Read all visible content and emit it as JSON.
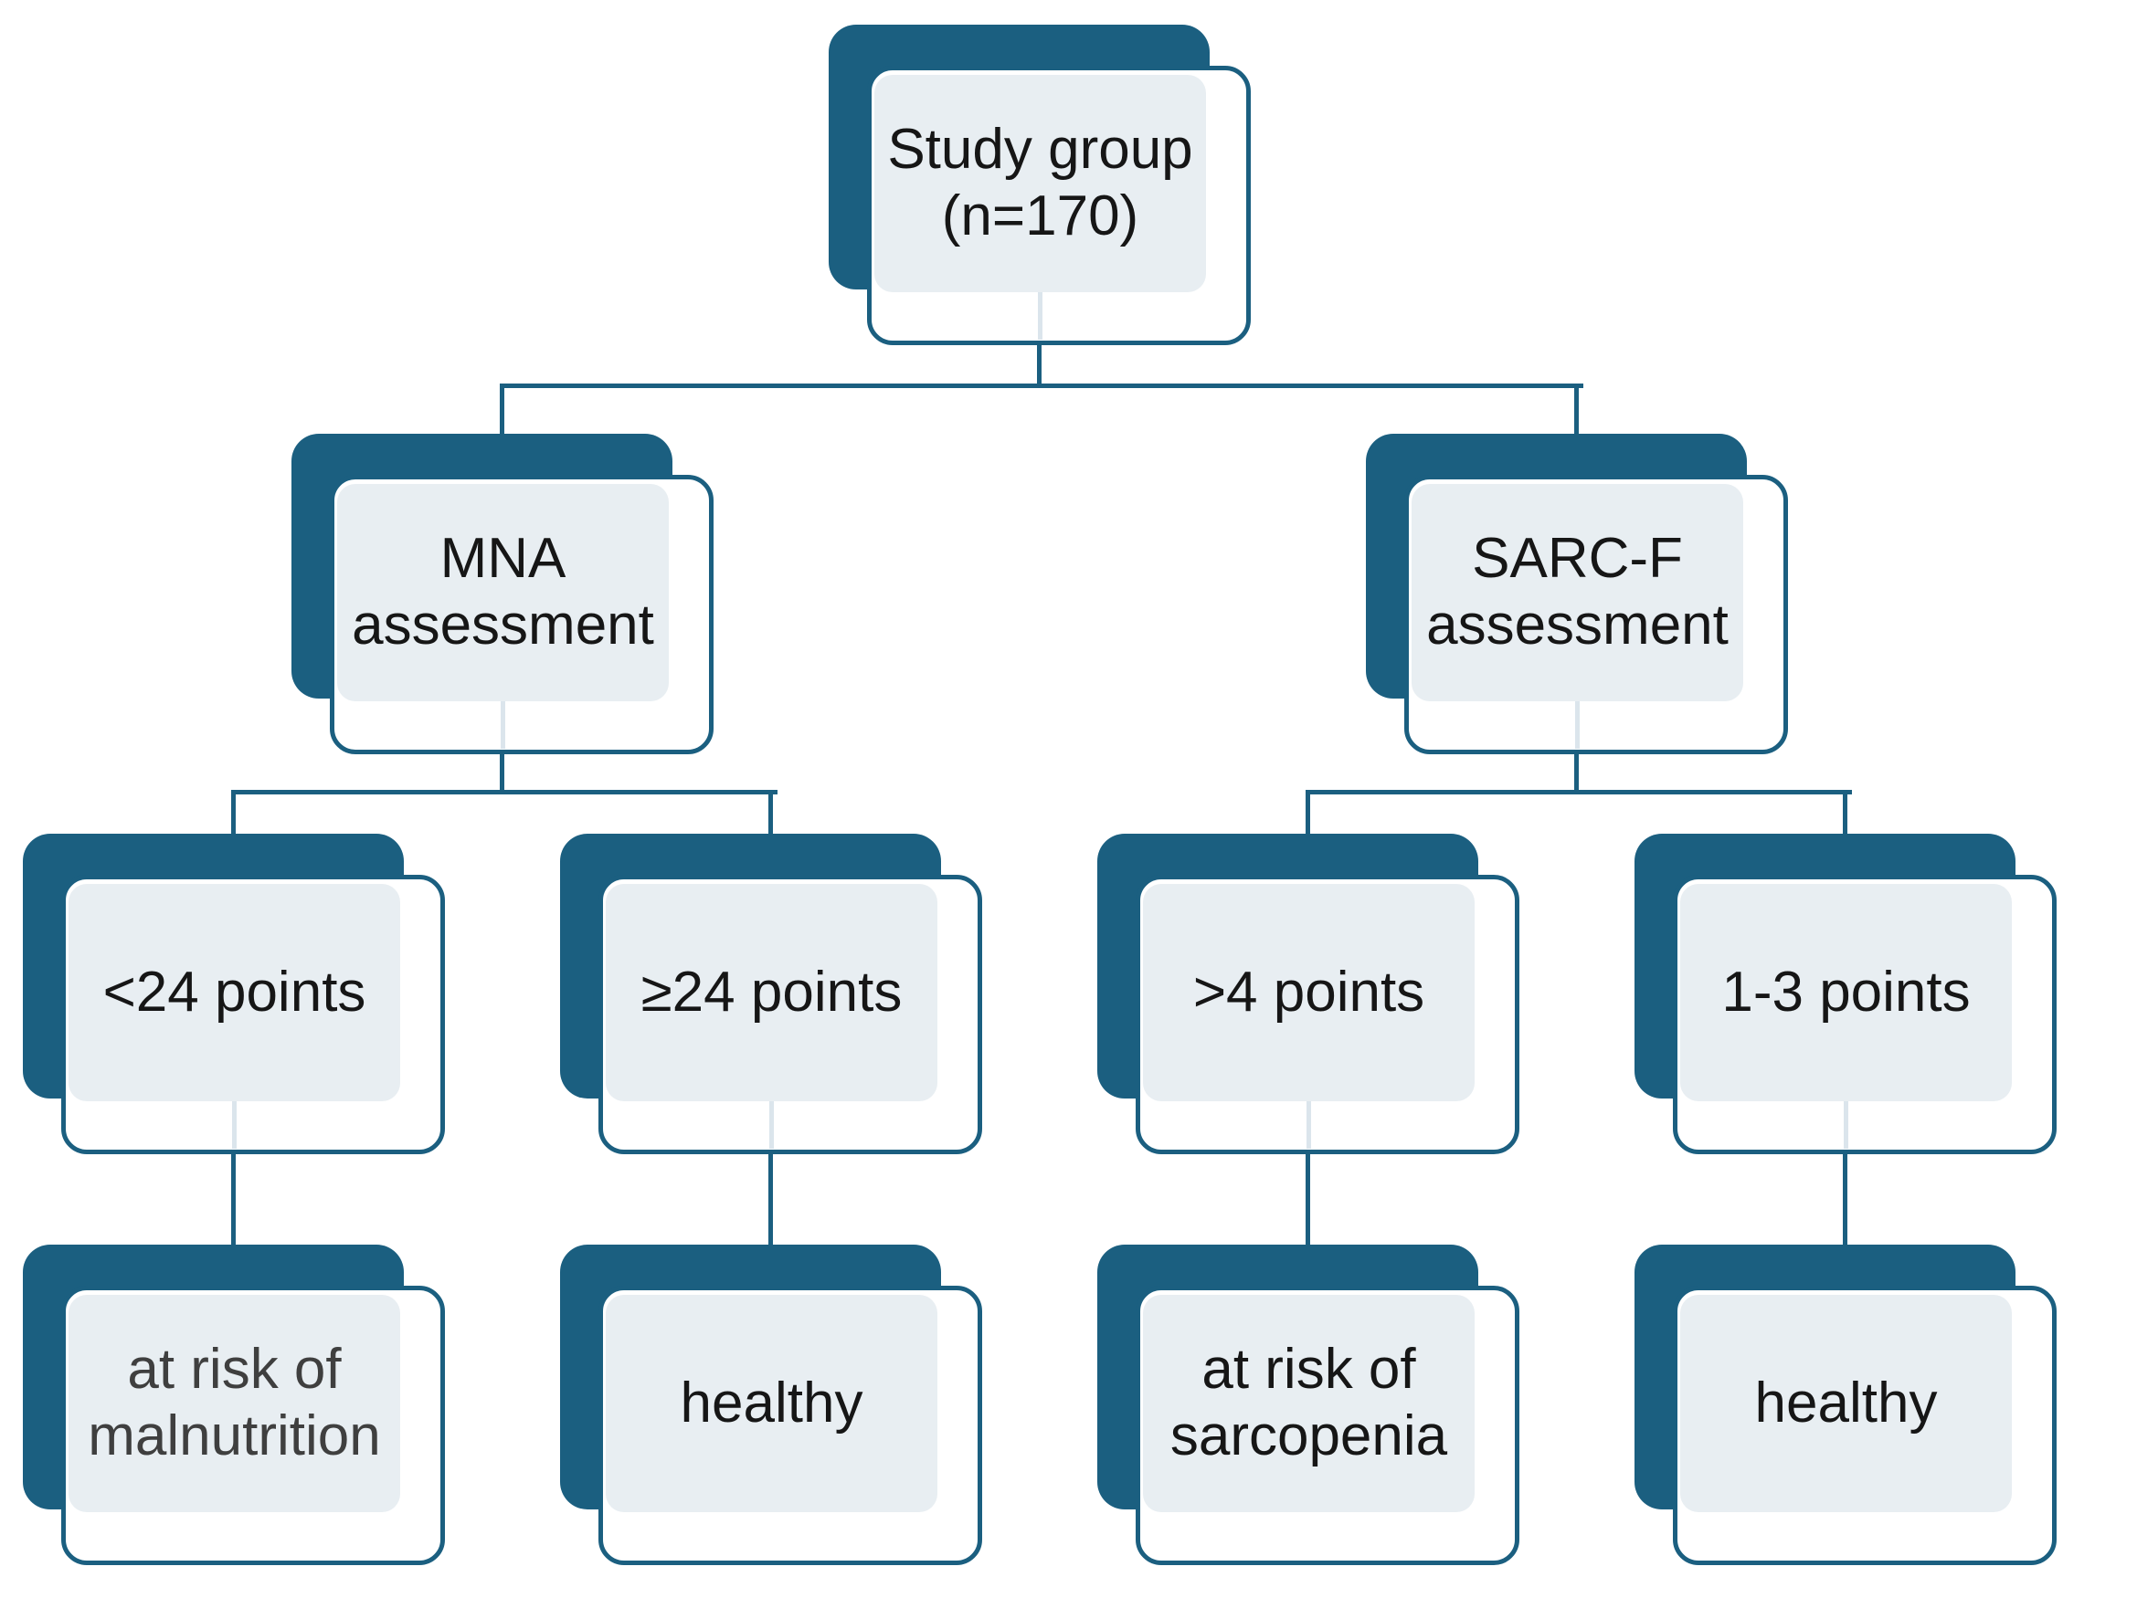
{
  "colors": {
    "accent_teal": "#1b5f80",
    "panel_fill": "#e8eef2",
    "stub_line": "#dbe5ec",
    "text": "#161616",
    "muted_text": "#3f3f3f",
    "background": "#ffffff"
  },
  "nodes": [
    {
      "id": "study-group",
      "label": "Study group\n(n=170)"
    },
    {
      "id": "mna-assessment",
      "label": "MNA\nassessment"
    },
    {
      "id": "sarcf-assessment",
      "label": "SARC-F\nassessment"
    },
    {
      "id": "mna-below-24",
      "label": "<24 points"
    },
    {
      "id": "mna-24-or-more",
      "label": "≥24 points"
    },
    {
      "id": "sarcf-above-4",
      "label": ">4 points"
    },
    {
      "id": "sarcf-1-3",
      "label": "1-3 points"
    },
    {
      "id": "outcome-malnutrition",
      "label": "at risk of\nmalnutrition"
    },
    {
      "id": "outcome-mna-healthy",
      "label": "healthy"
    },
    {
      "id": "outcome-sarcopenia",
      "label": "at risk of\nsarcopenia"
    },
    {
      "id": "outcome-sarcf-healthy",
      "label": "healthy"
    }
  ]
}
